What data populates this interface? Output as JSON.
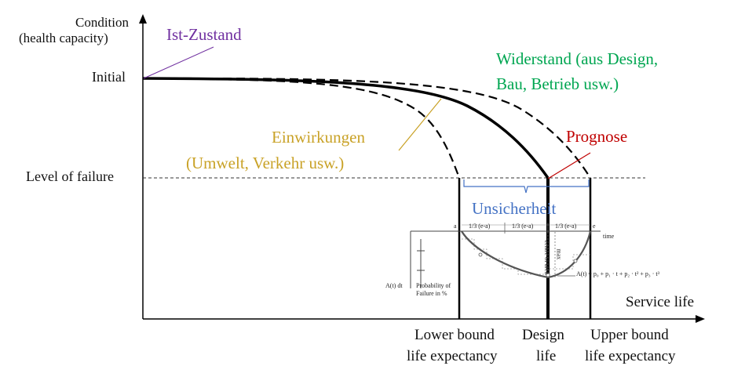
{
  "axes": {
    "y_title_line1": "Condition",
    "y_title_line2": "(health capacity)",
    "y_initial": "Initial",
    "y_failure": "Level of failure",
    "x_title": "Service life"
  },
  "x_ticks": {
    "lower_line1": "Lower bound",
    "lower_line2": "life expectancy",
    "design_line1": "Design",
    "design_line2": "life",
    "upper_line1": "Upper bound",
    "upper_line2": "life expectancy"
  },
  "annotations": {
    "ist_zustand": "Ist-Zustand",
    "widerstand_line1": "Widerstand (aus Design,",
    "widerstand_line2": "Bau, Betrieb usw.)",
    "prognose": "Prognose",
    "einwirkungen_line1": "Einwirkungen",
    "einwirkungen_line2": "(Umwelt, Verkehr usw.)",
    "unsicherheit": "Unsicherheit"
  },
  "inset": {
    "point_a": "a",
    "point_e": "e",
    "seg1": "1/3 (e-a)",
    "seg2": "1/3 (e-a)",
    "seg3": "1/3 (e-a)",
    "time": "time",
    "centre": "centre of area",
    "max": "max",
    "integral": "A(t) dt",
    "prob_line1": "Probability of",
    "prob_line2": "Failure in %",
    "formula": "A(t) = p₀ + p₁ · t + p₂ · t² + p₃ · t³"
  },
  "colors": {
    "ist_zustand": "#7030a0",
    "widerstand": "#00a651",
    "prognose": "#c00000",
    "einwirkungen": "#c9a227",
    "unsicherheit": "#4472c4"
  }
}
